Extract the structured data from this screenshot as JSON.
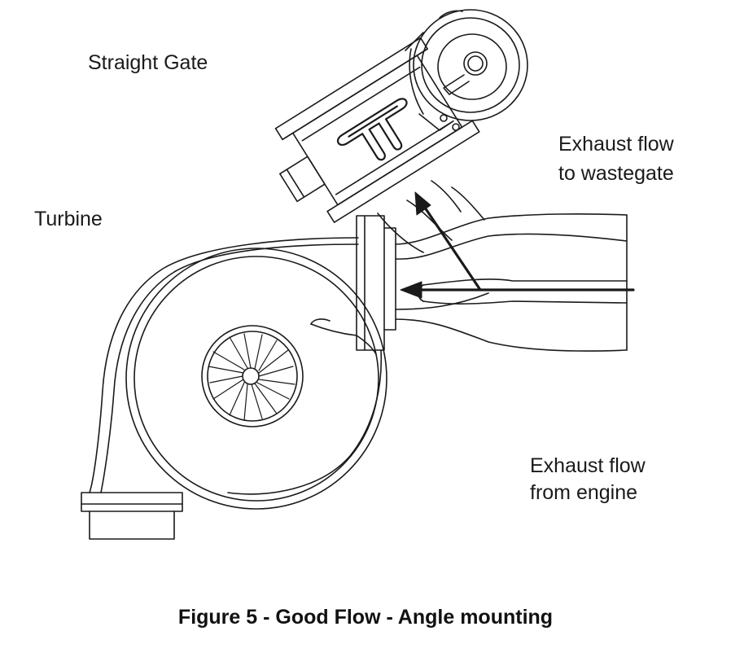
{
  "labels": {
    "straight_gate": "Straight Gate",
    "turbine": "Turbine",
    "wastegate_flow_1": "Exhaust flow",
    "wastegate_flow_2": "to wastegate",
    "engine_flow_1": "Exhaust flow",
    "engine_flow_2": "from engine"
  },
  "caption": "Figure 5 - Good Flow - Angle mounting",
  "colors": {
    "line": "#1a1a1a",
    "background": "#ffffff"
  }
}
